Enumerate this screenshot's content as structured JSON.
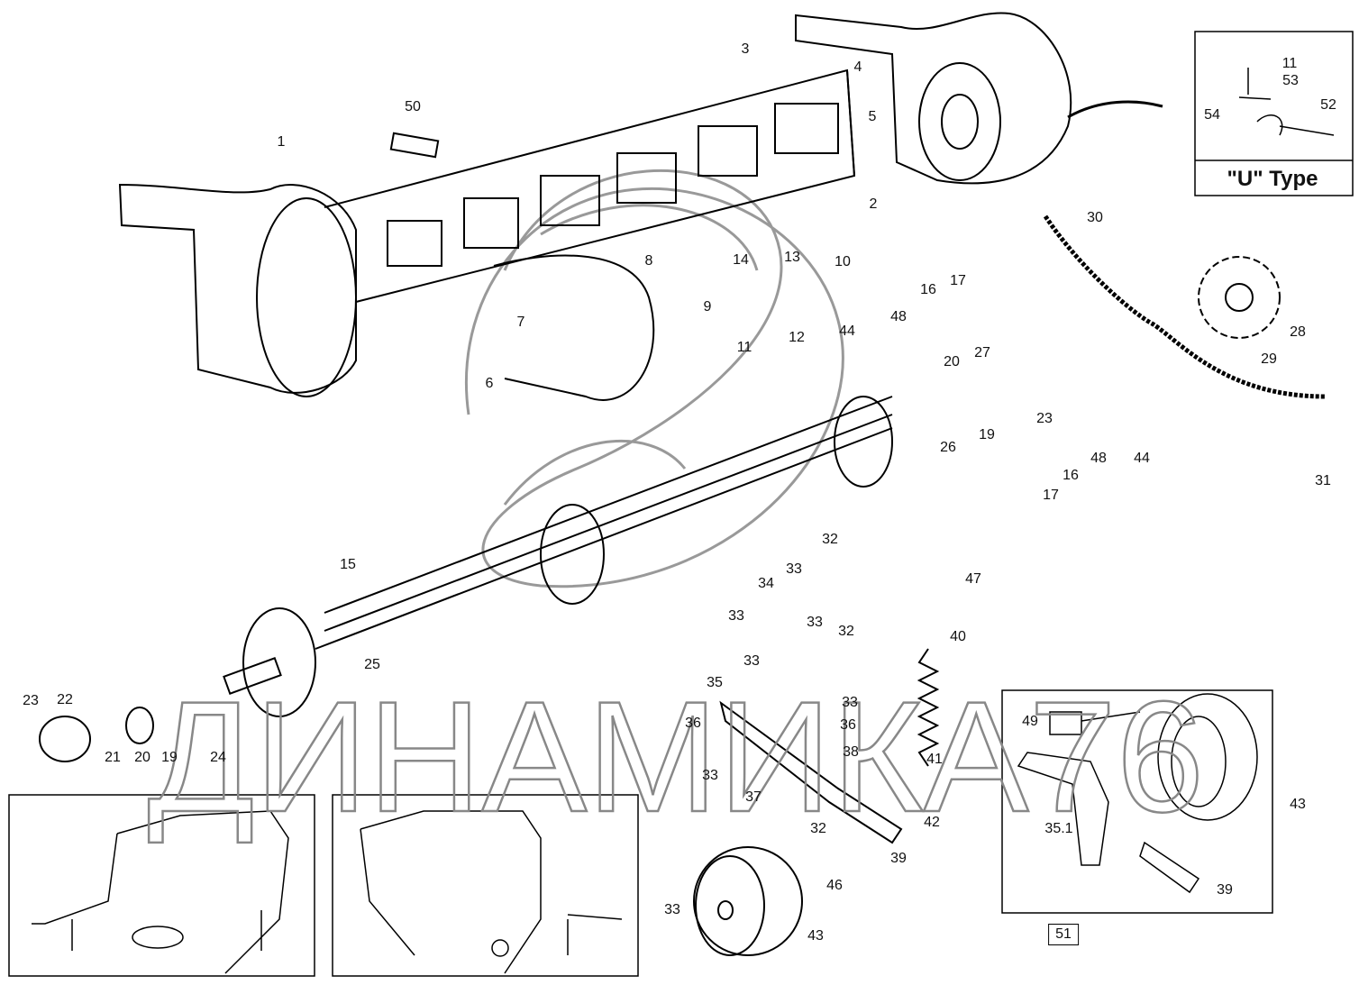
{
  "watermark": "ДИНАМИКА76",
  "inset_u_type_label": "\"U\"  Type",
  "callouts": {
    "c1": "1",
    "c50": "50",
    "c3": "3",
    "c4": "4",
    "c5": "5",
    "c2": "2",
    "u11": "11",
    "u53": "53",
    "u54": "54",
    "u52": "52",
    "c30": "30",
    "c8": "8",
    "c14": "14",
    "c13": "13",
    "c10": "10",
    "c9": "9",
    "c12": "12",
    "c11": "11",
    "c7": "7",
    "c6": "6",
    "c44a": "44",
    "c48a": "48",
    "c16a": "16",
    "c17a": "17",
    "c28": "28",
    "c29": "29",
    "c27": "27",
    "c20a": "20",
    "c23a": "23",
    "c19a": "19",
    "c26": "26",
    "c31": "31",
    "c16b": "16",
    "c48b": "48",
    "c44b": "44",
    "c17b": "17",
    "c15": "15",
    "c25": "25",
    "c32a": "32",
    "c33a": "33",
    "c34": "34",
    "c47": "47",
    "c33b": "33",
    "c33c": "33",
    "c32b": "32",
    "c40": "40",
    "c33d": "33",
    "c35": "35",
    "c33e": "33",
    "c36a": "36",
    "c36b": "36",
    "c38": "38",
    "c41": "41",
    "c33f": "33",
    "c37": "37",
    "c42": "42",
    "c32c": "32",
    "c39a": "39",
    "c46": "46",
    "c33g": "33",
    "c43a": "43",
    "c23b": "23",
    "c22": "22",
    "c21": "21",
    "c20b": "20",
    "c19b": "19",
    "c24": "24",
    "c49": "49",
    "c351": "35.1",
    "c43b": "43",
    "c39b": "39",
    "c51": "51"
  }
}
